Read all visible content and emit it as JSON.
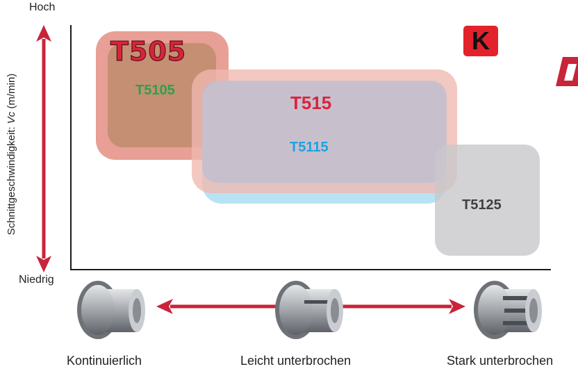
{
  "y_axis": {
    "top_label": "Hoch",
    "bottom_label": "Niedrig",
    "title_prefix": "Schnittgeschwindigkeit: ",
    "title_var": "Vc",
    "title_unit": " (m/min)"
  },
  "grades": {
    "t505": "T505",
    "t5105": "T5105",
    "t515": "T515",
    "t5115": "T5115",
    "t5125": "T5125"
  },
  "badge": {
    "letter": "K",
    "color": "#e3232c"
  },
  "x_axis": {
    "labels": [
      "Kontinuierlich",
      "Leicht unterbrochen",
      "Stark unterbrochen"
    ]
  },
  "colors": {
    "arrow": "#c8243a",
    "t505": "#d8243b",
    "t5105": "#2aa24a",
    "t515": "#d8243b",
    "t5115": "#1aa3e0",
    "t5125": "#404040"
  },
  "icons": {
    "workpieces": [
      "continuous-cylinder-icon",
      "light-interrupted-cylinder-icon",
      "heavy-interrupted-cylinder-icon"
    ],
    "edge": "brand-logo-icon"
  }
}
